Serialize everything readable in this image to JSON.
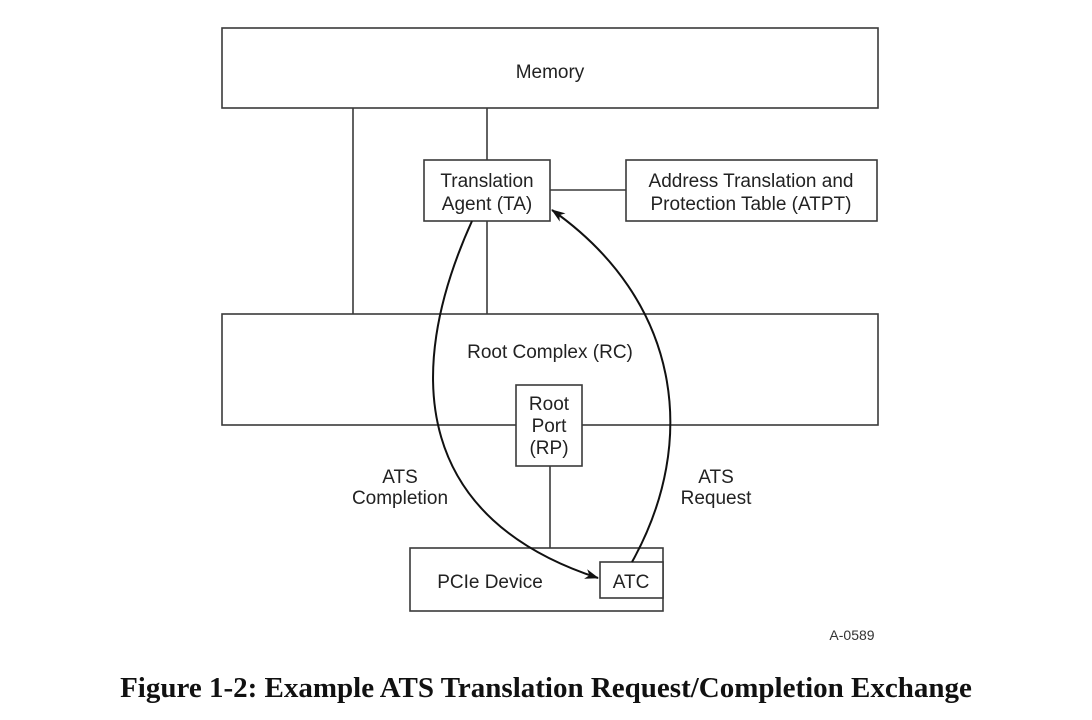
{
  "diagram": {
    "memory": "Memory",
    "translation_agent": [
      "Translation",
      "Agent (TA)"
    ],
    "atpt": [
      "Address Translation and",
      "Protection Table (ATPT)"
    ],
    "root_complex": "Root Complex (RC)",
    "root_port": [
      "Root",
      "Port",
      "(RP)"
    ],
    "pcie_device": "PCIe Device",
    "atc": "ATC",
    "ats_completion": [
      "ATS",
      "Completion"
    ],
    "ats_request": [
      "ATS",
      "Request"
    ],
    "figure_id": "A-0589"
  },
  "caption": "Figure 1-2:  Example ATS Translation Request/Completion Exchange"
}
